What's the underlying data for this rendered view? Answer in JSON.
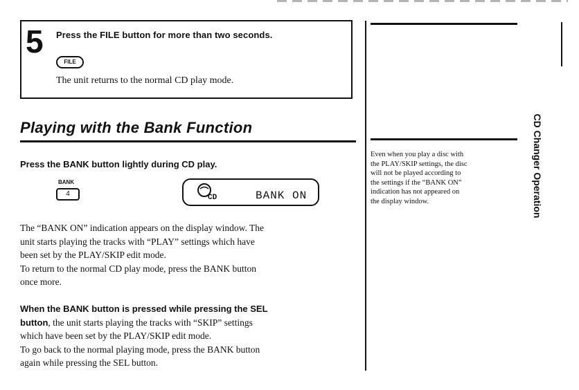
{
  "step": {
    "number": "5",
    "instruction": "Press the FILE button for more than two seconds.",
    "key_label": "FILE",
    "result": "The unit returns to the normal CD play mode."
  },
  "section": {
    "title": "Playing with the Bank Function",
    "subhead": "Press the BANK button lightly during CD play."
  },
  "bank_key": {
    "caption": "BANK",
    "label": "4"
  },
  "display": {
    "cd_label": "CD",
    "text": "BANK ON"
  },
  "paragraphs": {
    "p1_line1": "The “BANK ON” indication appears on the display window. The",
    "p1_line2": "unit starts playing the tracks with “PLAY” settings which have",
    "p1_line3": "been set by the PLAY/SKIP edit mode.",
    "p1_line4": "To return to the normal CD play mode, press the BANK button",
    "p1_line5": "once more.",
    "p3_bold1": "When the BANK button is pressed while pressing the SEL",
    "p3_bold2": "button",
    "p3_line2_rest": ", the unit starts playing the tracks with “SKIP” settings",
    "p3_line3": "which have been set by the PLAY/SKIP edit mode.",
    "p3_line4": "To go back to the normal playing mode, press the BANK button",
    "p3_line5": "again while pressing the SEL button."
  },
  "note": {
    "line1": "Even when you play a disc with",
    "line2": "the PLAY/SKIP settings, the disc",
    "line3": "will not be played according to",
    "line4": "the settings if the “BANK ON”",
    "line5": "indication has not appeared on",
    "line6": "the display window."
  },
  "side_tab": {
    "label": "CD Changer Operation"
  }
}
